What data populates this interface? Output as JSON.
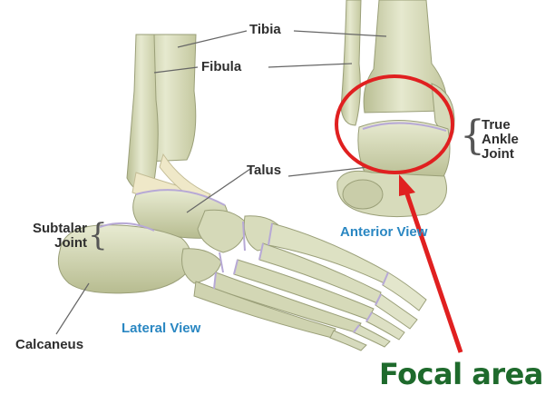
{
  "labels": {
    "tibia": "Tibia",
    "fibula": "Fibula",
    "talus": "Talus",
    "true_ankle_joint": [
      "True",
      "Ankle",
      "Joint"
    ],
    "subtalar_joint": [
      "Subtalar",
      "Joint"
    ],
    "calcaneus": "Calcaneus",
    "anterior_view": "Anterior View",
    "lateral_view": "Lateral View",
    "focal_area": "Focal area"
  },
  "colors": {
    "bone": "#dfe3c4",
    "bone_shadow": "#a9ae84",
    "bone_outline": "#8f9470",
    "cartilage": "#b7a9d6",
    "ligament": "#f0ead0",
    "leader_line": "#666666",
    "view_label": "#2a87c2",
    "highlight": "#e02020",
    "focal_text": "#1e6a2c"
  }
}
